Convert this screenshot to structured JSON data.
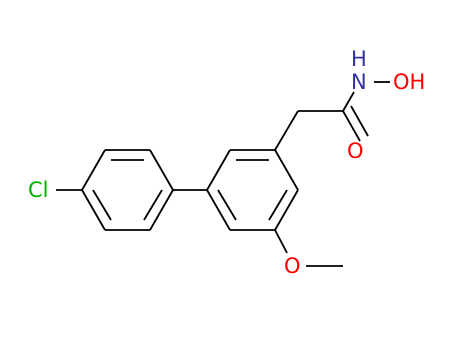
{
  "molecule": {
    "atoms": {
      "cl": {
        "label": "Cl",
        "color": "#00b000"
      },
      "n": {
        "label": "N",
        "color": "#3030a0"
      },
      "h_on_n": {
        "label": "H",
        "color": "#3030a0"
      },
      "o_carbonyl": {
        "label": "O",
        "color": "#ff0000"
      },
      "oh": {
        "label": "OH",
        "color": "#ff0000"
      },
      "o_methoxy": {
        "label": "O",
        "color": "#ff0000"
      }
    },
    "bond_color": "#000000"
  }
}
